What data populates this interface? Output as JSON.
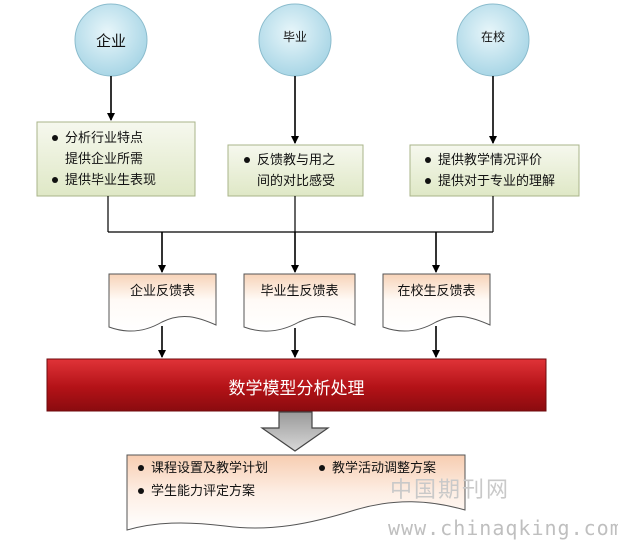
{
  "sources": [
    {
      "label": "企业"
    },
    {
      "label": "毕业"
    },
    {
      "label": "在校"
    }
  ],
  "notes": [
    {
      "items": [
        "分析行业特点",
        "提供企业所需",
        "提供毕业生表现"
      ]
    },
    {
      "items": [
        "反馈教与用之",
        "间的对比感受"
      ]
    },
    {
      "items": [
        "提供教学情况评价",
        "提供对于专业的理解"
      ]
    }
  ],
  "feedback_forms": [
    {
      "label": "企业反馈表"
    },
    {
      "label": "毕业生反馈表"
    },
    {
      "label": "在校生反馈表"
    }
  ],
  "process": {
    "label": "数学模型分析处理"
  },
  "output": {
    "items": [
      "课程设置及教学计划",
      "教学活动调整方案",
      "学生能力评定方案"
    ]
  },
  "watermark": {
    "cn": "中国期刊网",
    "url": "www.chinaqking.com"
  },
  "colors": {
    "circle": "#c9e6ef",
    "note": "#eef3e0",
    "process": "#b81519",
    "output": "#f9d9c4"
  }
}
